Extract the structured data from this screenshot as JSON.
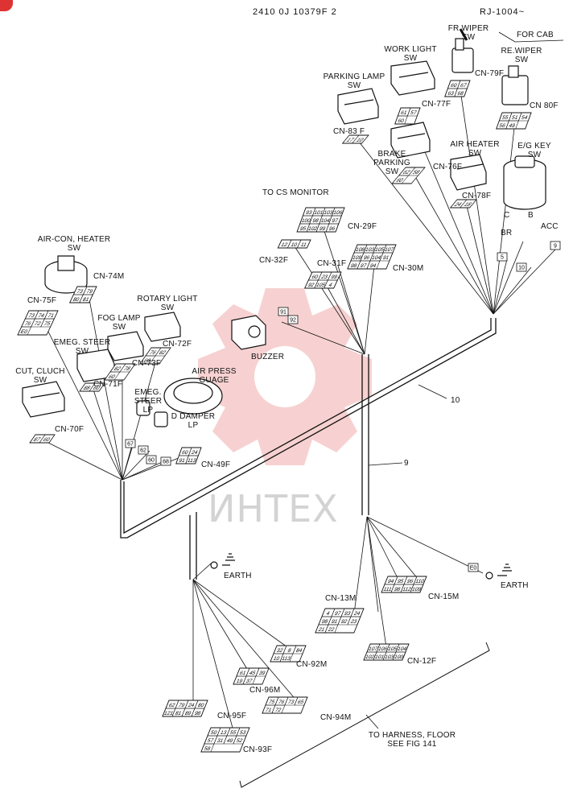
{
  "header": {
    "code": "2410 0J 10379F 2",
    "model": "RJ-1004~"
  },
  "watermark": {
    "text": "ИНТЕХ",
    "color": "#e25b5b"
  },
  "switches": {
    "fr_wiper": "FR.WIPER\nSW",
    "for_cab": "FOR CAB",
    "re_wiper": "RE.WIPER\nSW",
    "work_light": "WORK LIGHT\nSW",
    "parking_lamp": "PARKING LAMP\nSW",
    "brake_parking": "BRAKE\nPARKING\nSW",
    "air_heater": "AIR HEATER\nSW",
    "eg_key": "E/G KEY\nSW",
    "key_pos_c": "C",
    "key_pos_b": "B",
    "key_br": "BR",
    "key_acc": "ACC",
    "aircon_heater": "AIR-CON, HEATER\nSW",
    "rotary_light": "ROTARY LIGHT\nSW",
    "fog_lamp": "FOG LAMP\nSW",
    "emeg_steer_sw": "EMEG. STEER\nSW",
    "cut_cluch": "CUT, CLUCH\nSW",
    "air_press": "AIR PRESS\nGUAGE",
    "emeg_steer_lp": "EMEG.\nSTEER\nLP",
    "d_damper": "D DAMPER\nLP",
    "buzzer": "BUZZER",
    "to_cs_monitor": "TO CS MONITOR",
    "earth_left": "EARTH",
    "earth_right": "EARTH",
    "harness_note": "TO HARNESS, FLOOR\nSEE FIG 141",
    "harness_10": "10",
    "harness_9": "9"
  },
  "connectors": [
    {
      "label": "CN-79F",
      "pins": [
        "60",
        "67",
        "63",
        "68"
      ]
    },
    {
      "label": "CN 80F",
      "pins": [
        "55",
        "51",
        "54",
        "56",
        "49"
      ]
    },
    {
      "label": "CN-77F",
      "pins": [
        "61",
        "57",
        "60"
      ]
    },
    {
      "label": "CN-83 F",
      "pins": [
        "17",
        "10"
      ]
    },
    {
      "label": "CN-76F",
      "pins": [
        "62",
        "58",
        "60"
      ]
    },
    {
      "label": "CN-78F",
      "pins": [
        "24",
        "18"
      ]
    },
    {
      "label": "CN-29F",
      "pins": [
        "93",
        "101",
        "103",
        "106",
        "100",
        "98",
        "104",
        "97",
        "95",
        "102",
        "99",
        "96"
      ]
    },
    {
      "label": "CN-32F",
      "pins": [
        "12",
        "10",
        "11"
      ]
    },
    {
      "label": "CN-31F",
      "pins": [
        "60",
        "23",
        "99",
        "92",
        "105",
        "4"
      ]
    },
    {
      "label": "CN-30M",
      "pins": [
        "108",
        "103",
        "105",
        "107",
        "109",
        "96",
        "104",
        "91",
        "98",
        "97",
        "94"
      ]
    },
    {
      "label": "CN-74M",
      "pins": [
        "73",
        "79",
        "80",
        "81"
      ]
    },
    {
      "label": "CN-75F",
      "pins": [
        "73",
        "74",
        "71",
        "76",
        "72",
        "75",
        "E0"
      ]
    },
    {
      "label": "CN-72F",
      "pins": [
        "76",
        "82",
        "60"
      ]
    },
    {
      "label": "CN-73F",
      "pins": [
        "82",
        "78",
        "60"
      ]
    },
    {
      "label": "CN-71F",
      "pins": [
        "88",
        "60"
      ]
    },
    {
      "label": "CN-70F",
      "pins": [
        "87",
        "60"
      ]
    },
    {
      "label": "CN-49F",
      "pins": [
        "60",
        "24",
        "91",
        "113"
      ]
    },
    {
      "label": "CN-13M",
      "pins": [
        "4",
        "97",
        "93",
        "24",
        "98",
        "91",
        "92",
        "23",
        "21",
        "22"
      ]
    },
    {
      "label": "CN-15M",
      "pins": [
        "94",
        "95",
        "96",
        "110",
        "111",
        "98",
        "112",
        "109"
      ]
    },
    {
      "label": "CN-12F",
      "pins": [
        "107",
        "106",
        "105",
        "104",
        "102",
        "101",
        "103",
        "100"
      ]
    },
    {
      "label": "CN-92M",
      "pins": [
        "32",
        "8",
        "84",
        "10",
        "113"
      ]
    },
    {
      "label": "CN-96M",
      "pins": [
        "61",
        "45",
        "39",
        "19",
        "37"
      ]
    },
    {
      "label": "CN-95F",
      "pins": [
        "62",
        "79",
        "24",
        "80",
        "121",
        "81",
        "89",
        "98"
      ]
    },
    {
      "label": "CN-94M",
      "pins": [
        "75",
        "76",
        "73",
        "65",
        "71",
        "72"
      ]
    },
    {
      "label": "CN-93F",
      "pins": [
        "50",
        "13",
        "55",
        "53",
        "57",
        "31",
        "49",
        "52",
        "58"
      ]
    }
  ],
  "small_terminals": [
    "91",
    "92",
    "67",
    "62",
    "60",
    "68",
    "10",
    "5",
    "9",
    "E0"
  ]
}
